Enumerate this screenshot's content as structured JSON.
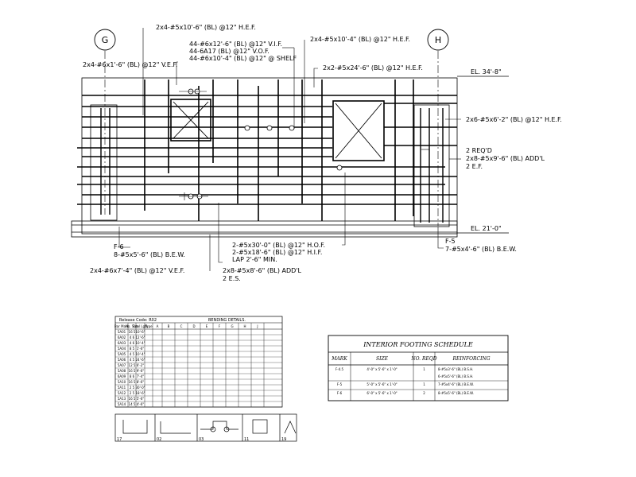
{
  "grid_bubbles": {
    "left": "G",
    "right": "H"
  },
  "elevations": {
    "top": "EL. 34'-8\"",
    "bottom": "EL. 21'-0\""
  },
  "callouts": {
    "c1": "2x4-#5x10'-6\" (BL) @12\" H.E.F.",
    "c2": "44-#6x12'-6\" (BL) @12\" V.I.F.",
    "c3": "44-6A17 (BL) @12\" V.O.F.",
    "c4": "44-#6x10'-4\" (BL) @12\" @ SHELF",
    "c5": "2x4-#6x1'-6\" (BL) @12\" V.E.F.",
    "c6": "2x4-#5x10'-4\" (BL) @12\" H.E.F.",
    "c7": "2x2-#5x24'-6\" (BL) @12\" H.E.F.",
    "c8": "2x6-#5x6'-2\" (BL) @12\" H.E.F.",
    "c9a": "2 REQ'D",
    "c9b": "2x8-#5x9'-6\" (BL) ADD'L",
    "c9c": "2 E.F.",
    "c10a": "F-6",
    "c10b": "8-#5x5'-6\" (BL) B.E.W.",
    "c11": "2x4-#6x7'-4\" (BL) @12\" V.E.F.",
    "c12a": "2x8-#5x8'-6\" (BL) ADD'L",
    "c12b": "2 E.S.",
    "c13a": "2-#5x30'-0\" (BL) @12\" H.O.F.",
    "c13b": "2-#5x18'-6\" (BL) @12\" H.I.F.",
    "c13c": "LAP 2'-6\" MIN.",
    "c14a": "F-5",
    "c14b": "7-#5x4'-6\" (BL) B.E.W."
  },
  "bending_schedule": {
    "release_code": "Release Code: R02",
    "title": "BENDING DETAILS.",
    "headers": [
      "Bar Mark",
      "No. Size",
      "Total Lgth",
      "Type",
      "A",
      "B",
      "C",
      "D",
      "E",
      "F",
      "G",
      "H",
      "J"
    ],
    "rows": [
      [
        "5A01",
        "16 5",
        "10'-6\"",
        "",
        "",
        "",
        "",
        "",
        "",
        "",
        "",
        "",
        ""
      ],
      [
        "6A02",
        "4 6",
        "12'-6\"",
        "",
        "",
        "",
        "",
        "",
        "",
        "",
        "",
        "",
        ""
      ],
      [
        "6A03",
        "4 6",
        "10'-4\"",
        "",
        "",
        "",
        "",
        "",
        "",
        "",
        "",
        "",
        ""
      ],
      [
        "5A04",
        "8 5",
        "1'-6\"",
        "",
        "",
        "",
        "",
        "",
        "",
        "",
        "",
        "",
        ""
      ],
      [
        "5A05",
        "4 5",
        "10'-4\"",
        "",
        "",
        "",
        "",
        "",
        "",
        "",
        "",
        "",
        ""
      ],
      [
        "5A06",
        "4 5",
        "24'-6\"",
        "",
        "",
        "",
        "",
        "",
        "",
        "",
        "",
        "",
        ""
      ],
      [
        "5A07",
        "12 5",
        "6'-2\"",
        "",
        "",
        "",
        "",
        "",
        "",
        "",
        "",
        "",
        ""
      ],
      [
        "5A08",
        "16 5",
        "9'-6\"",
        "",
        "",
        "",
        "",
        "",
        "",
        "",
        "",
        "",
        ""
      ],
      [
        "6A09",
        "8 6",
        "7'-4\"",
        "",
        "",
        "",
        "",
        "",
        "",
        "",
        "",
        "",
        ""
      ],
      [
        "5A10",
        "16 5",
        "8'-6\"",
        "",
        "",
        "",
        "",
        "",
        "",
        "",
        "",
        "",
        ""
      ],
      [
        "5A11",
        "2 5",
        "30'-0\"",
        "",
        "",
        "",
        "",
        "",
        "",
        "",
        "",
        "",
        ""
      ],
      [
        "5A12",
        "2 5",
        "18'-6\"",
        "",
        "",
        "",
        "",
        "",
        "",
        "",
        "",
        "",
        ""
      ],
      [
        "5A13",
        "16 5",
        "5'-6\"",
        "",
        "",
        "",
        "",
        "",
        "",
        "",
        "",
        "",
        ""
      ],
      [
        "5A14",
        "14 5",
        "4'-6\"",
        "",
        "",
        "",
        "",
        "",
        "",
        "",
        "",
        "",
        ""
      ]
    ]
  },
  "footing_schedule": {
    "title": "INTERIOR FOOTING SCHEDULE",
    "headers": [
      "MARK",
      "SIZE",
      "NO. REQD",
      "REINFORCING"
    ],
    "rows": [
      [
        "F-4.5",
        "4'-0\" x 5'-6\" x 1'-0\"",
        "1",
        "8-#5x3'-6\" (BL) B.S.H."
      ],
      [
        "",
        "",
        "",
        "6-#5x5'-6\" (BL) B.S.H."
      ],
      [
        "F-5",
        "5'-0\" x 5'-6\" x 1'-0\"",
        "1",
        "7-#5x4'-6\" (BL) B.E.W."
      ],
      [
        "F-6",
        "6'-0\" x 5'-6\" x 1'-0\"",
        "2",
        "8-#5x5'-6\" (BL) B.E.W."
      ]
    ]
  },
  "bend_types": [
    "17",
    "02",
    "03",
    "11",
    "19"
  ]
}
